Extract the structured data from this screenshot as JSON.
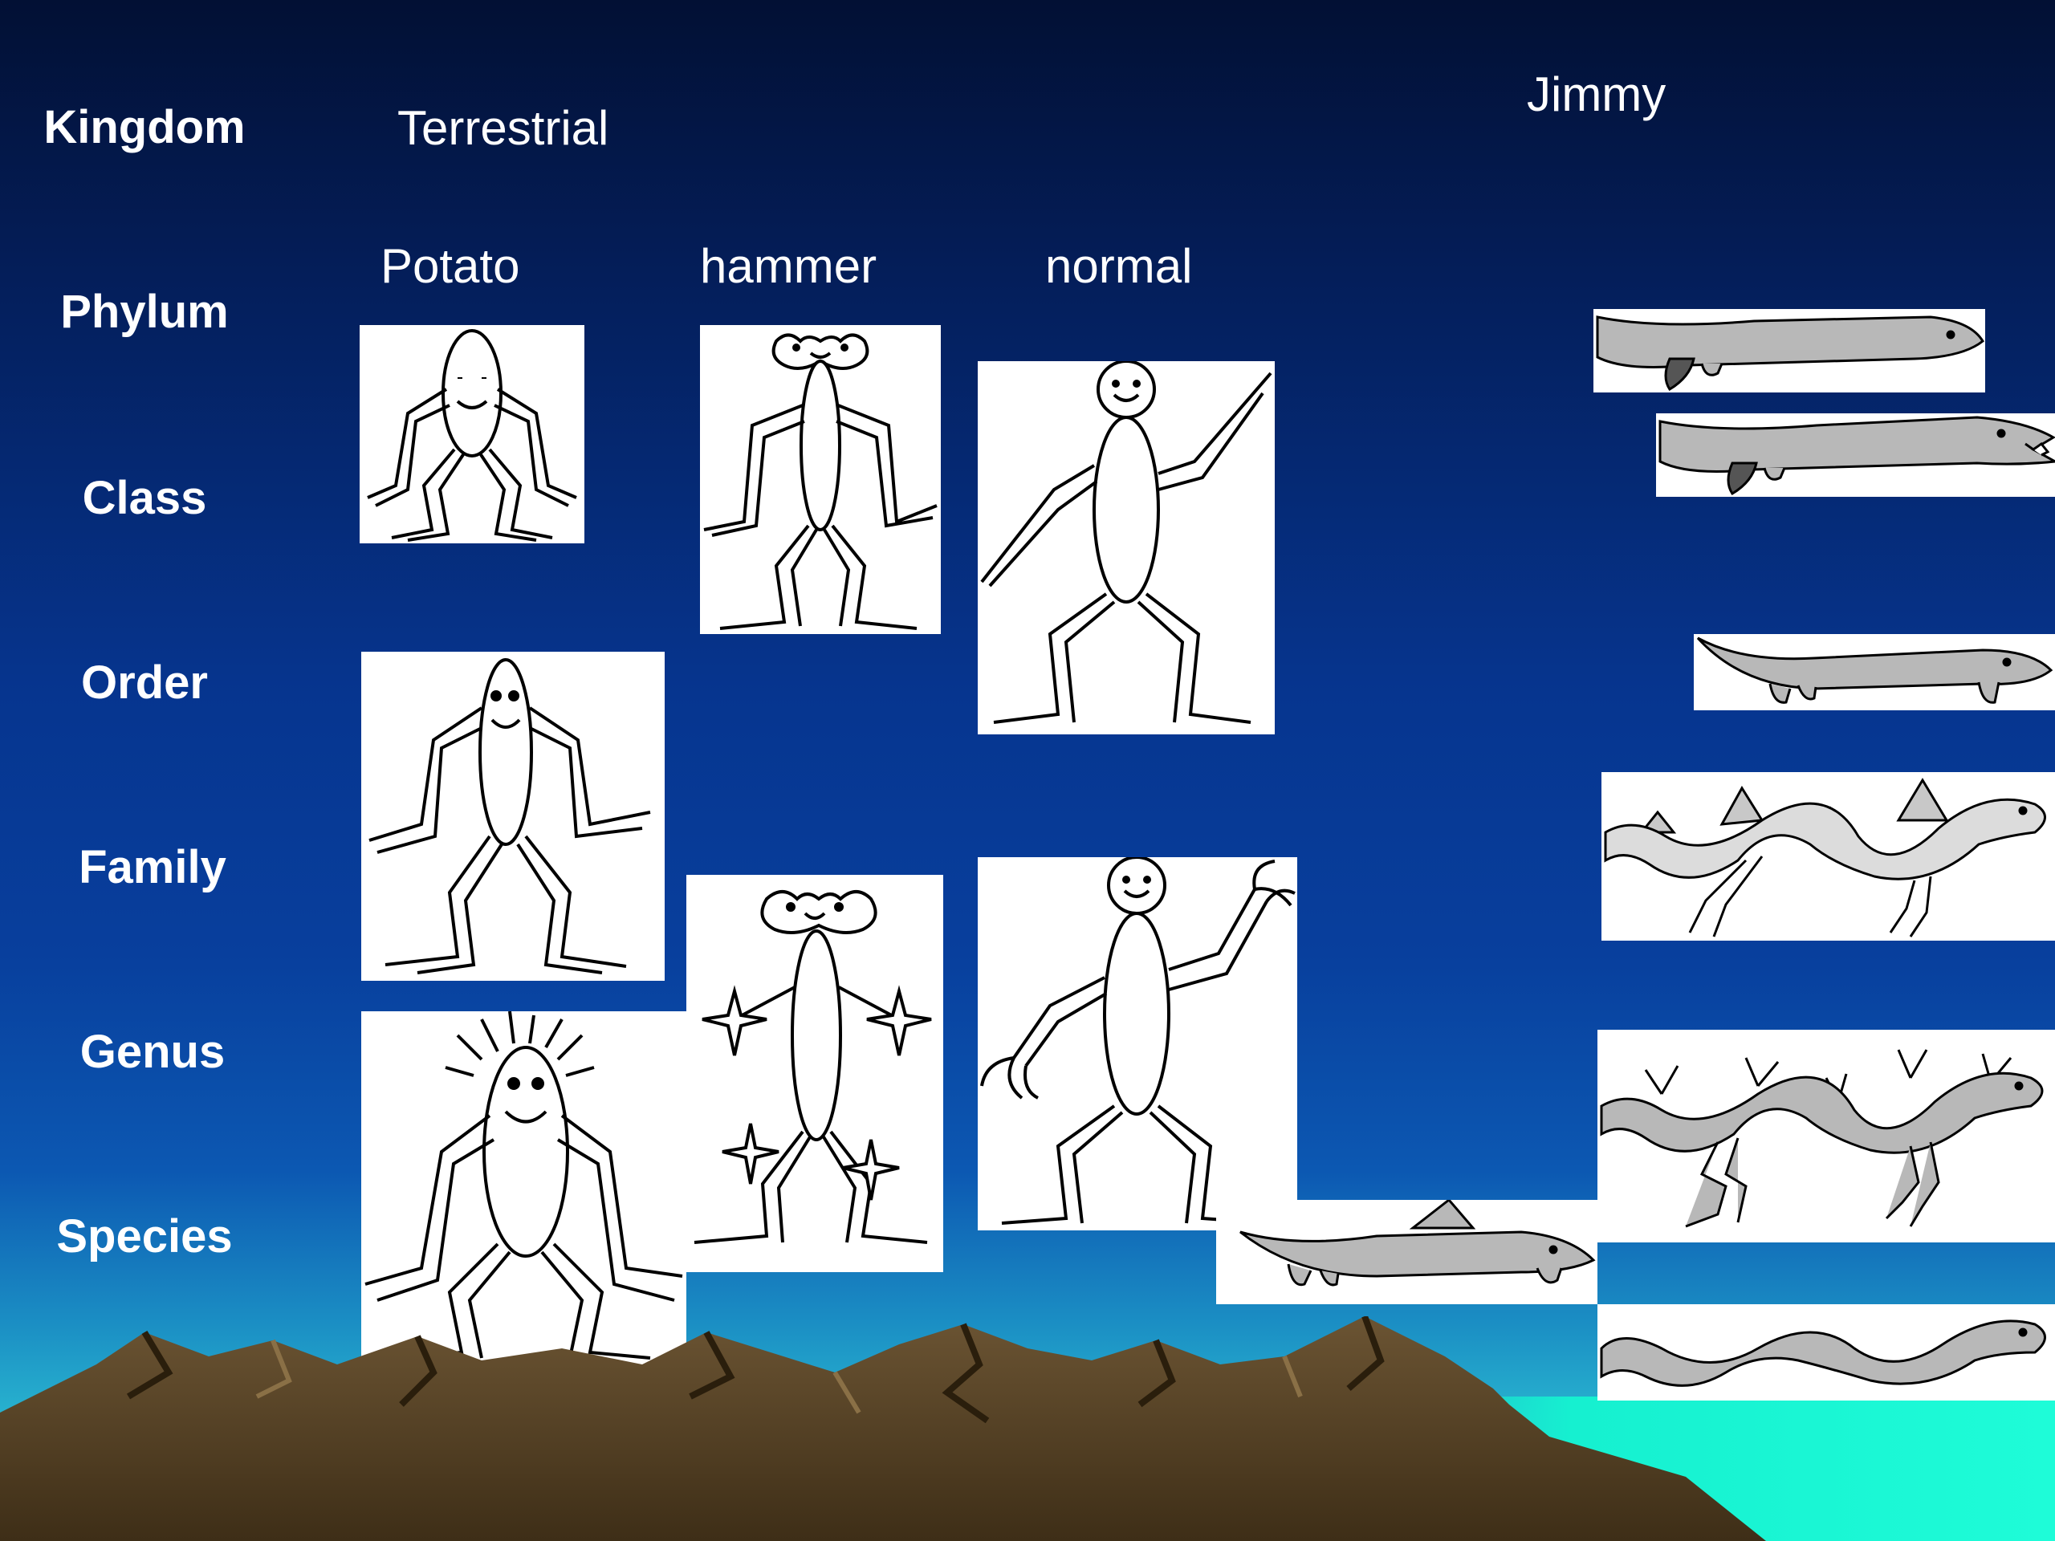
{
  "ranks": [
    "Kingdom",
    "Phylum",
    "Class",
    "Order",
    "Family",
    "Genus",
    "Species"
  ],
  "groups": {
    "terrestrial": "Terrestrial",
    "jimmy": "Jimmy"
  },
  "phyla": {
    "potato": "Potato",
    "hammer": "hammer",
    "normal": "normal"
  },
  "colors": {
    "creature_fill_white": "#ffffff",
    "jimmy_fill_gray": "#b8b8b8",
    "jimmy_fill_light": "#d6d6d6",
    "outline": "#000000",
    "mountains": "#5a4526",
    "sea": "#1ef5d4"
  }
}
